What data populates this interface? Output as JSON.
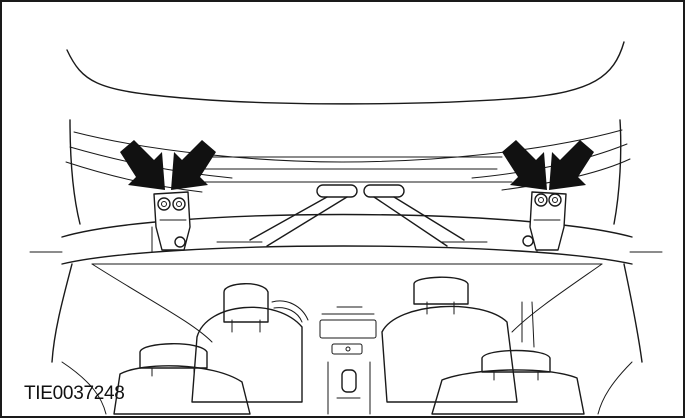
{
  "figure": {
    "caption": "TIE0037248",
    "subject": "rear-liftgate-hinges",
    "arrow_count": 4,
    "colors": {
      "line": "#1a1a1a",
      "arrow": "#111111",
      "background": "#ffffff"
    }
  }
}
